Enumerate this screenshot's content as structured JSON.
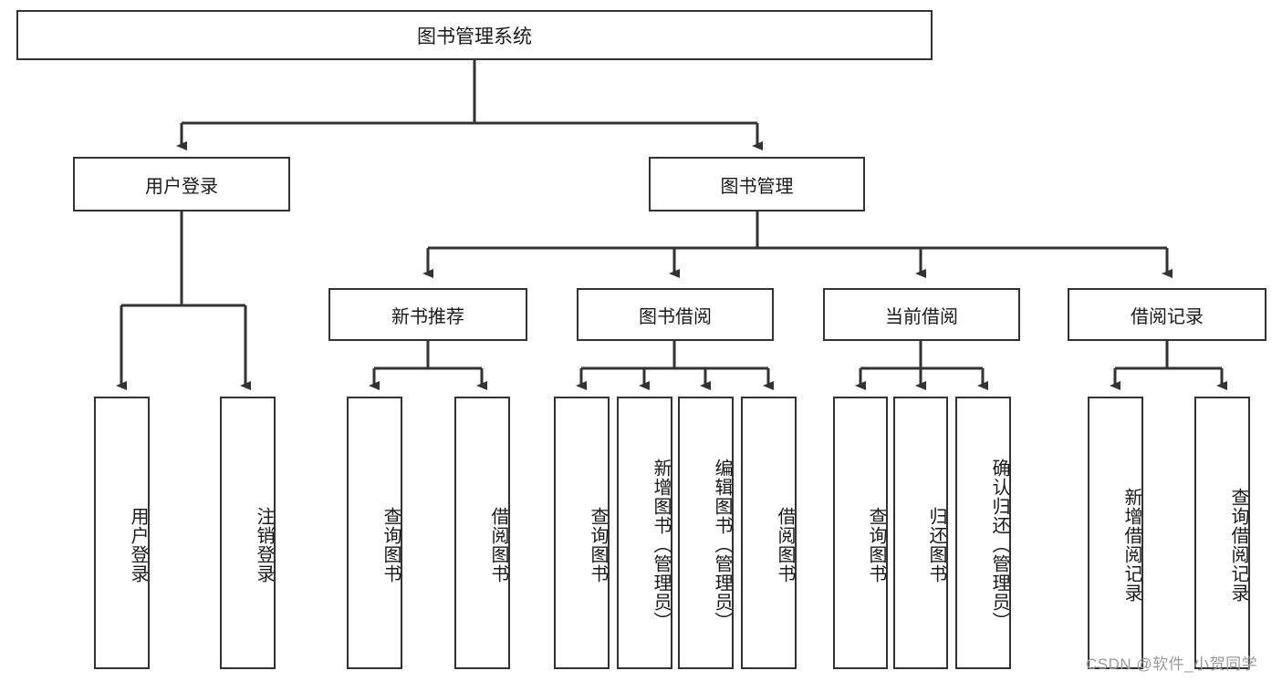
{
  "diagram": {
    "title": "图书管理系统",
    "type": "tree-hierarchy",
    "root": {
      "label": "图书管理系统"
    },
    "level2": [
      {
        "label": "用户登录"
      },
      {
        "label": "图书管理"
      }
    ],
    "level3": [
      {
        "label": "新书推荐"
      },
      {
        "label": "图书借阅"
      },
      {
        "label": "当前借阅"
      },
      {
        "label": "借阅记录"
      }
    ],
    "leaves": {
      "user_login": [
        {
          "label": "用户登录"
        },
        {
          "label": "注销登录"
        }
      ],
      "new_book_recommend": [
        {
          "label": "查询图书"
        },
        {
          "label": "借阅图书"
        }
      ],
      "book_borrow": [
        {
          "label": "查询图书"
        },
        {
          "label": "新增图书（管理员）"
        },
        {
          "label": "编辑图书（管理员）"
        },
        {
          "label": "借阅图书"
        }
      ],
      "current_borrow": [
        {
          "label": "查询图书"
        },
        {
          "label": "归还图书"
        },
        {
          "label": "确认归还（管理员）"
        }
      ],
      "borrow_record": [
        {
          "label": "新增借阅记录"
        },
        {
          "label": "查询借阅记录"
        }
      ]
    }
  },
  "watermark": {
    "text": "CSDN @软件_小贺同学"
  },
  "colors": {
    "border": "#333333",
    "background": "#ffffff",
    "text": "#1a1a1a",
    "watermark": "#9a9a9a"
  }
}
